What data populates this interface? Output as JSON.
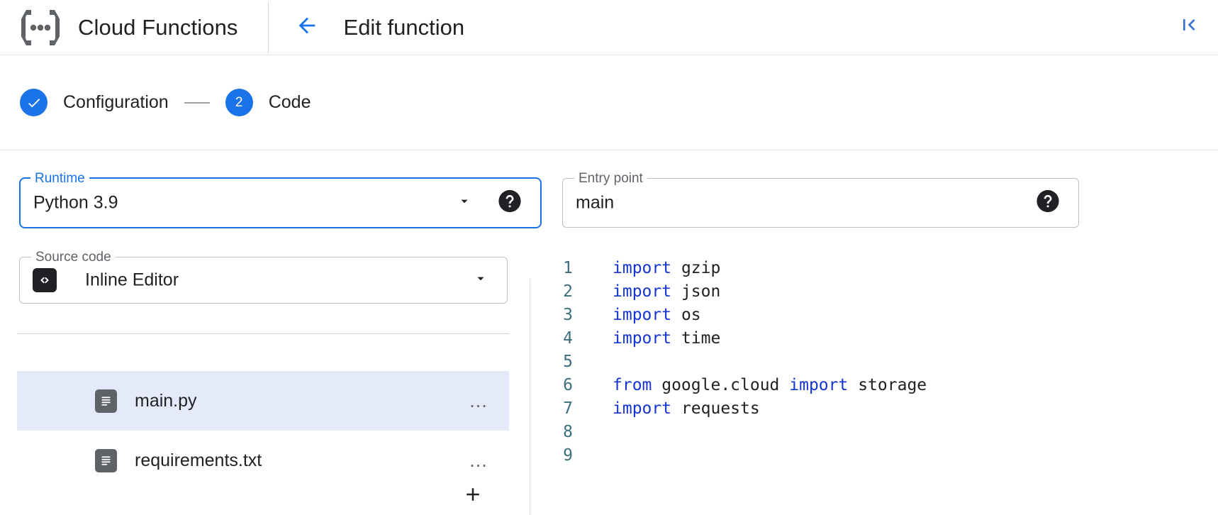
{
  "header": {
    "product_logo_name": "cloud-functions-logo",
    "product_title": "Cloud Functions",
    "back_icon": "arrow-back-icon",
    "page_title": "Edit function",
    "collapse_icon": "collapse-panel-icon"
  },
  "stepper": {
    "steps": [
      {
        "marker": "✓",
        "label": "Configuration",
        "state": "completed"
      },
      {
        "marker": "2",
        "label": "Code",
        "state": "active"
      }
    ],
    "connector": "—"
  },
  "fields": {
    "runtime": {
      "label": "Runtime",
      "value": "Python 3.9",
      "focused": true,
      "dropdown_icon": "chevron-down-icon",
      "help_icon": "help-icon"
    },
    "entry_point": {
      "label": "Entry point",
      "value": "main",
      "focused": false,
      "help_icon": "help-icon"
    },
    "source_code": {
      "label": "Source code",
      "value": "Inline Editor",
      "leading_icon": "code-brackets-icon",
      "dropdown_icon": "chevron-down-icon"
    }
  },
  "file_panel": {
    "add_icon": "plus-icon",
    "files": [
      {
        "name": "main.py",
        "icon": "file-icon",
        "selected": true,
        "more_icon": "more-horizontal-icon",
        "more_label": "…"
      },
      {
        "name": "requirements.txt",
        "icon": "file-icon",
        "selected": false,
        "more_icon": "more-horizontal-icon",
        "more_label": "…"
      }
    ]
  },
  "editor": {
    "language": "python",
    "lines": [
      {
        "num": "1",
        "tokens": [
          {
            "t": "import",
            "c": "kw"
          },
          {
            "t": " gzip",
            "c": ""
          }
        ]
      },
      {
        "num": "2",
        "tokens": [
          {
            "t": "import",
            "c": "kw"
          },
          {
            "t": " json",
            "c": ""
          }
        ]
      },
      {
        "num": "3",
        "tokens": [
          {
            "t": "import",
            "c": "kw"
          },
          {
            "t": " os",
            "c": ""
          }
        ]
      },
      {
        "num": "4",
        "tokens": [
          {
            "t": "import",
            "c": "kw"
          },
          {
            "t": " time",
            "c": ""
          }
        ]
      },
      {
        "num": "5",
        "tokens": []
      },
      {
        "num": "6",
        "tokens": [
          {
            "t": "from",
            "c": "kw"
          },
          {
            "t": " google.cloud ",
            "c": ""
          },
          {
            "t": "import",
            "c": "kw"
          },
          {
            "t": " storage",
            "c": ""
          }
        ]
      },
      {
        "num": "7",
        "tokens": [
          {
            "t": "import",
            "c": "kw"
          },
          {
            "t": " requests",
            "c": ""
          }
        ]
      },
      {
        "num": "8",
        "tokens": []
      },
      {
        "num": "9",
        "tokens": []
      }
    ]
  },
  "colors": {
    "accent_blue": "#1a73e8",
    "keyword_blue": "#1434d3",
    "line_number": "#3c6e7b",
    "selected_row": "#e5eafa",
    "text_primary": "#202124",
    "border_grey": "#bdc1c6"
  }
}
